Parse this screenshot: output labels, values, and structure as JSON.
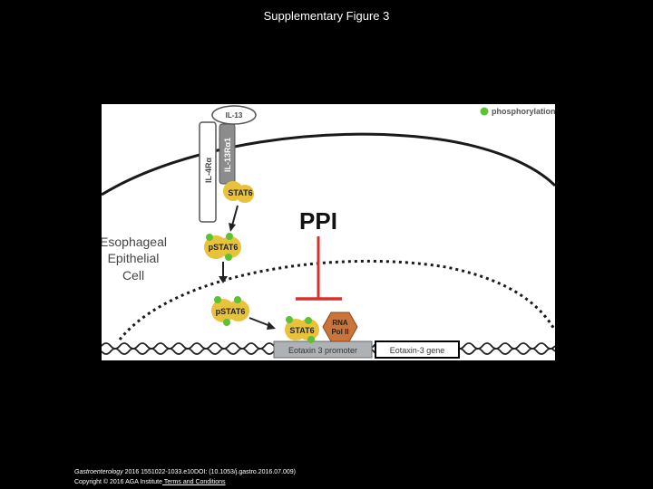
{
  "slide": {
    "title": "Supplementary Figure 3"
  },
  "figure": {
    "legend": {
      "label": "phosphorylation",
      "color": "#5bc236"
    },
    "receptor_il13": "IL-13",
    "receptor_il13ra1": "IL-13Rα1",
    "receptor_il4ra": "IL-4Rα",
    "stat6": "STAT6",
    "pstat6_1": "pSTAT6",
    "pstat6_2": "pSTAT6",
    "nuclear_stat6": "STAT6",
    "cell_label": [
      "Esophageal",
      "Epithelial",
      "Cell"
    ],
    "ppi": "PPI",
    "rna_pol": [
      "RNA",
      "Pol II"
    ],
    "promoter": "Eotaxin 3 promoter",
    "gene": "Eotaxin-3 gene",
    "colors": {
      "stat6": "#e8c23a",
      "phospho": "#5bc236",
      "inhibit": "#d9302c",
      "rnapol": "#c8743a",
      "promoter": "#aeb2b4",
      "receptor": "#8c8c8c"
    }
  },
  "citation": {
    "journal": "Gastroenterology",
    "ref": " 2016 1551022-1033.e10DOI: (10.1053/j.gastro.2016.07.009)",
    "copyright": "Copyright © 2016 AGA Institute",
    "link": " Terms and Conditions"
  }
}
